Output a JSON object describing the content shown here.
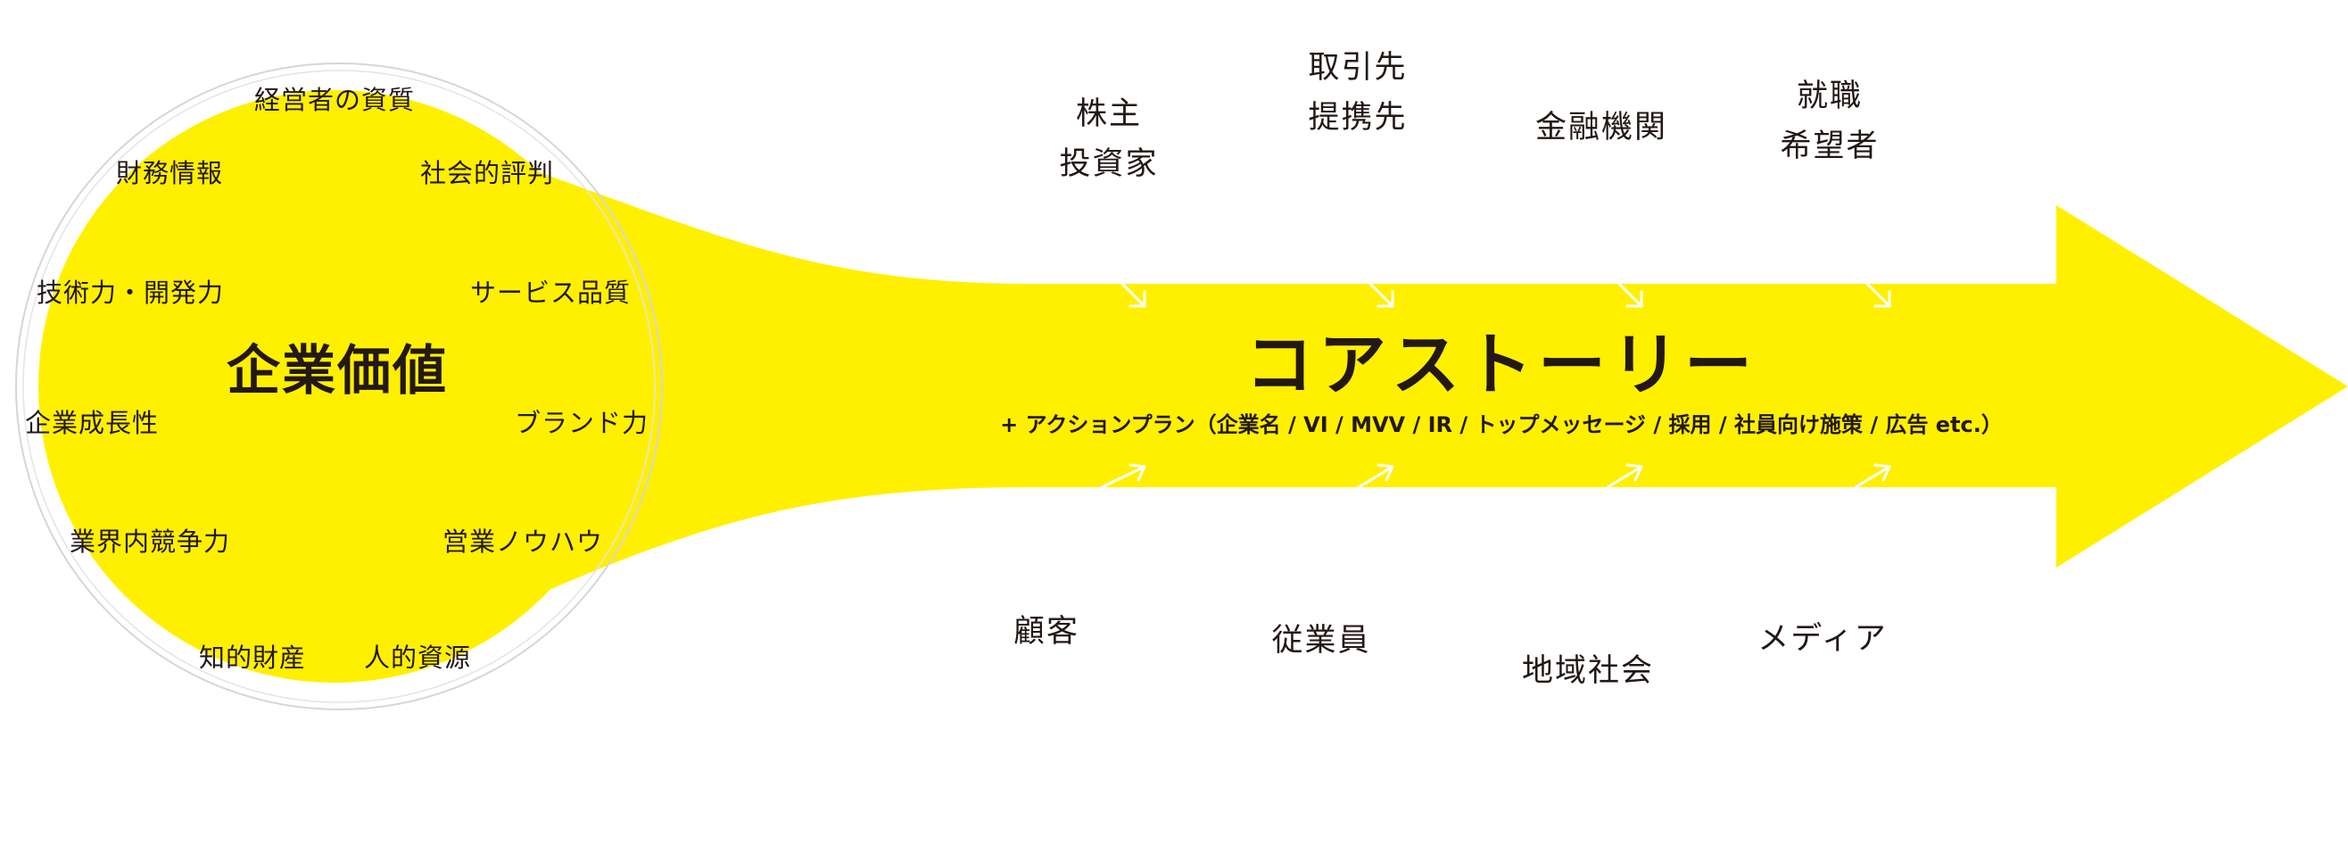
{
  "colors": {
    "yellow": "#FFF000",
    "text": "#231815",
    "ring": "#D6D6D6",
    "chevron": "#FFFFFF"
  },
  "core": {
    "value_title": "企業価値",
    "value_factors": [
      "経営者の資質",
      "財務情報",
      "社会的評判",
      "技術力・開発力",
      "サービス品質",
      "企業成長性",
      "ブランド力",
      "業界内競争力",
      "営業ノウハウ",
      "知的財産",
      "人的資源"
    ]
  },
  "story": {
    "title": "コアストーリー",
    "subtitle": "+ アクションプラン（企業名 / VI / MVV / IR / トップメッセージ / 採用 / 社員向け施策 / 広告 etc.）"
  },
  "stakeholders": {
    "top": [
      {
        "line1": "株主",
        "line2": "投資家"
      },
      {
        "line1": "取引先",
        "line2": "提携先"
      },
      {
        "line1": "金融機関",
        "line2": ""
      },
      {
        "line1": "就職",
        "line2": "希望者"
      }
    ],
    "bottom": [
      {
        "line1": "顧客"
      },
      {
        "line1": "従業員"
      },
      {
        "line1": "地域社会"
      },
      {
        "line1": "メディア"
      }
    ]
  },
  "chevron_icons": [
    "chevron-down-right-icon",
    "chevron-up-right-icon"
  ]
}
